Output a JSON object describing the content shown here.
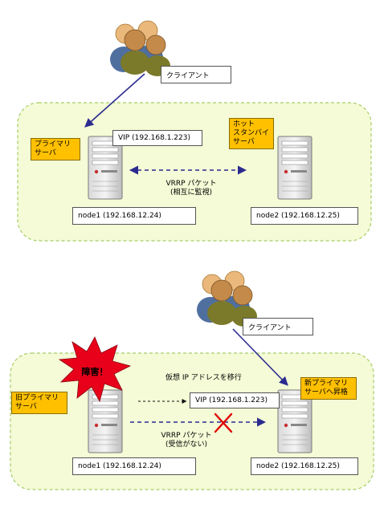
{
  "top": {
    "client_label": "クライアント",
    "vip_label": "VIP (192.168.1.223)",
    "primary_tag": [
      "プライマリ",
      "サーバ"
    ],
    "standby_tag": [
      "ホット",
      "スタンバイ",
      "サーバ"
    ],
    "vrrp_label": [
      "VRRP パケット",
      "(相互に監視)"
    ],
    "node1_label": "node1 (192.168.12.24)",
    "node2_label": "node2 (192.168.12.25)"
  },
  "bottom": {
    "client_label": "クライアント",
    "failure_label": "障害！",
    "migrate_label": "仮想 IP アドレスを移行",
    "vip_label": "VIP (192.168.1.223)",
    "old_primary_tag": [
      "旧プライマリ",
      "サーバ"
    ],
    "new_primary_tag": [
      "新プライマリ",
      "サーバへ昇格"
    ],
    "vrrp_label": [
      "VRRP パケット",
      "(受信がない)"
    ],
    "node1_label": "node1 (192.168.12.24)",
    "node2_label": "node2 (192.168.12.25)"
  },
  "colors": {
    "panel_fill": "#f4fbd6",
    "panel_border": "#a8cc6a",
    "arrow": "#2b2b8f",
    "tag_fill": "#ffc000",
    "failure_burst": "#e8001a",
    "cross": "#e00000",
    "disk": "#1f5f9a"
  }
}
